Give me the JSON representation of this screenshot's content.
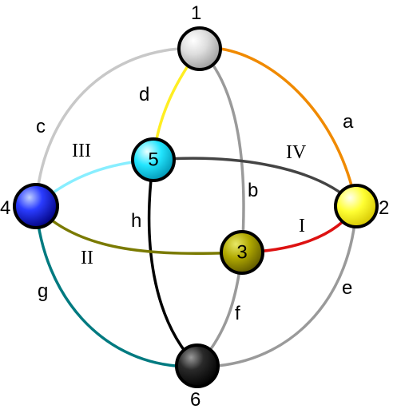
{
  "nodes": {
    "n1": {
      "label": "1",
      "color": "#cccccc"
    },
    "n2": {
      "label": "2",
      "color": "#ffff00"
    },
    "n3": {
      "label": "3",
      "color": "#aaaa00"
    },
    "n4": {
      "label": "4",
      "color": "#0000ff"
    },
    "n5": {
      "label": "5",
      "color": "#00e5ff"
    },
    "n6": {
      "label": "6",
      "color": "#111111"
    }
  },
  "edges": {
    "a": {
      "label": "a",
      "color": "#f08a00"
    },
    "b": {
      "label": "b",
      "color": "#9a9a9a"
    },
    "c": {
      "label": "c",
      "color": "#c8c8c8"
    },
    "d": {
      "label": "d",
      "color": "#ffee22"
    },
    "e": {
      "label": "e",
      "color": "#9a9a9a"
    },
    "f": {
      "label": "f",
      "color": "#9a9a9a"
    },
    "g": {
      "label": "g",
      "color": "#007a80"
    },
    "h": {
      "label": "h",
      "color": "#000000"
    },
    "I": {
      "label": "I",
      "color": "#dd1111"
    },
    "II": {
      "label": "II",
      "color": "#7a7a00"
    },
    "III": {
      "label": "III",
      "color": "#88eeff"
    },
    "IV": {
      "label": "IV",
      "color": "#444444"
    }
  }
}
